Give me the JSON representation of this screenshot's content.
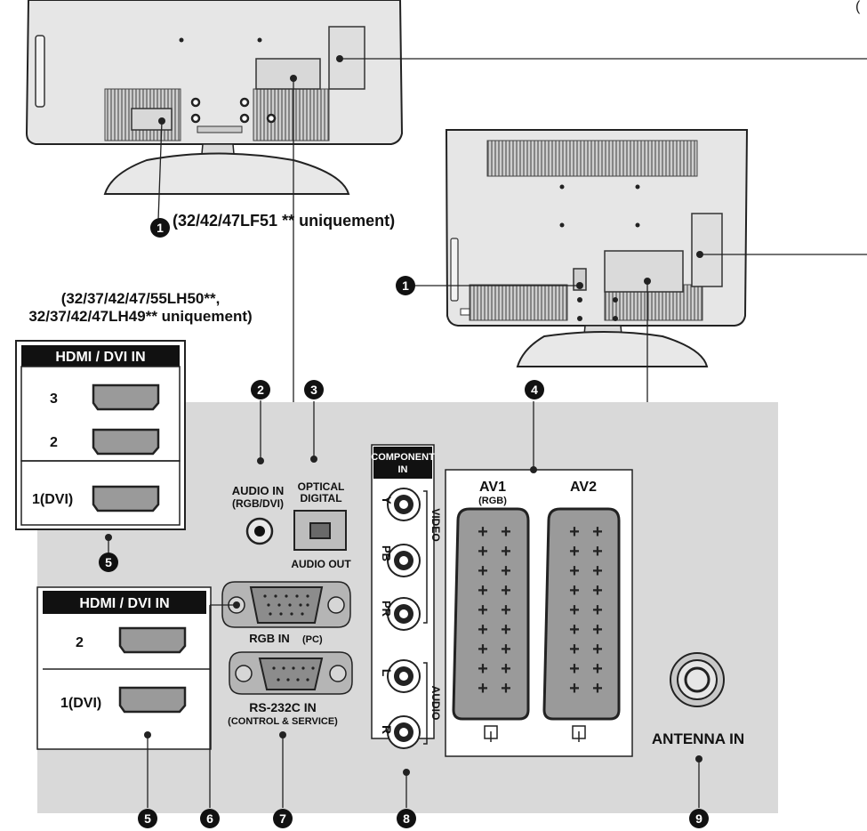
{
  "corner_mark": "(",
  "captions": {
    "top_model": "(32/42/47LF51 ** uniquement)",
    "left_model_line1": "(32/37/42/47/55LH50**,",
    "left_model_line2": "32/37/42/47LH49** uniquement)"
  },
  "hdmi_box_a": {
    "title": "HDMI / DVI IN",
    "rows": [
      "3",
      "2",
      "1(DVI)"
    ]
  },
  "hdmi_box_b": {
    "title": "HDMI / DVI IN",
    "rows": [
      "2",
      "1(DVI)"
    ]
  },
  "labels": {
    "audio_in": "AUDIO IN",
    "audio_in_sub": "(RGB/DVI)",
    "optical_line1": "OPTICAL",
    "optical_line2": "DIGITAL",
    "audio_out": "AUDIO OUT",
    "component_line1": "COMPONENT",
    "component_line2": "IN",
    "y": "Y",
    "pb": "PB",
    "pr": "PR",
    "l": "L",
    "r": "R",
    "video": "VIDEO",
    "audio": "AUDIO",
    "av1": "AV1",
    "av1_sub": "(RGB)",
    "av2": "AV2",
    "rgb_in": "RGB IN",
    "rgb_in_sub": "(PC)",
    "rs232": "RS-232C IN",
    "rs232_sub": "(CONTROL & SERVICE)",
    "antenna": "ANTENNA IN"
  },
  "callouts": [
    "1",
    "1",
    "2",
    "3",
    "4",
    "5",
    "5",
    "6",
    "7",
    "8",
    "9"
  ],
  "colors": {
    "panel": "#d9d9d9",
    "tv_body": "#e4e4e4",
    "dark": "#1a1a1a",
    "box_header": "#111111",
    "scart": "#9a9a9a"
  }
}
